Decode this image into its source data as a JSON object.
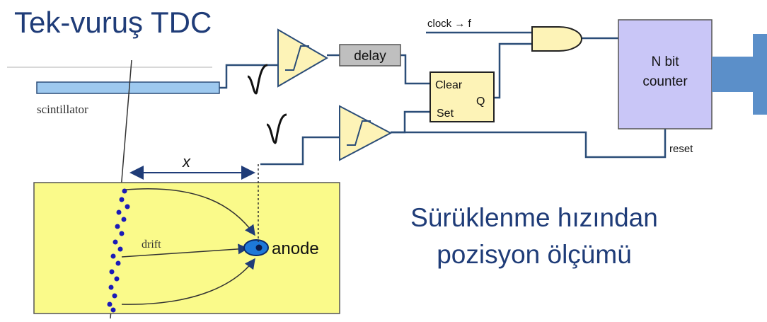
{
  "title": "Tek-vuruş TDC",
  "caption": {
    "line1": "Sürüklenme hızından",
    "line2": "pozisyon ölçümü"
  },
  "labels": {
    "scintillator": "scintillator",
    "delay": "delay",
    "clock": "clock → f",
    "clear": "Clear",
    "set": "Set",
    "q": "Q",
    "counter_line1": "N bit",
    "counter_line2": "counter",
    "reset": "reset",
    "x": "x",
    "drift": "drift",
    "anode": "anode"
  },
  "colors": {
    "title_text": "#1f3c78",
    "wire": "#2b4d78",
    "scintillator_fill": "#9ec9ef",
    "chamber_fill": "#fafa8a",
    "amplifier_fill": "#fdf3b7",
    "delay_fill": "#bfbfbf",
    "counter_fill": "#c9c6f7",
    "output_arrow": "#5b8fc9",
    "electron": "#1a1ab8"
  }
}
